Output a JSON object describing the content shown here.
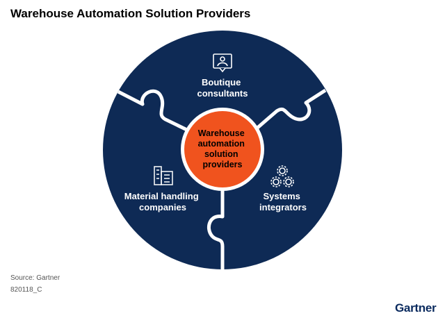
{
  "title": "Warehouse Automation Solution Providers",
  "colors": {
    "navy": "#0e2a55",
    "accent": "#f0531e",
    "white": "#ffffff"
  },
  "center": {
    "lines": [
      "Warehouse",
      "automation",
      "solution",
      "providers"
    ]
  },
  "segments": [
    {
      "lines": [
        "Boutique",
        "consultants"
      ],
      "icon": "consultant-icon"
    },
    {
      "lines": [
        "Material handling",
        "companies"
      ],
      "icon": "building-icon"
    },
    {
      "lines": [
        "Systems",
        "integrators"
      ],
      "icon": "gears-icon"
    }
  ],
  "source": "Source: Gartner",
  "code": "820118_C",
  "brand": "Gartner"
}
